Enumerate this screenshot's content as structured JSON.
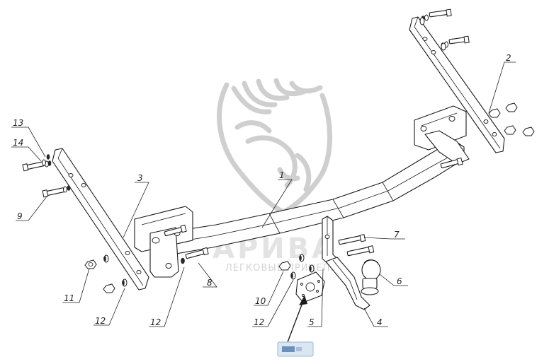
{
  "diagram": {
    "watermark": {
      "brand_text": "АРИВА",
      "sub_text": "ЛЕГКОВЫЕ ПРИЦЕПЫ"
    },
    "callouts": [
      {
        "id": "c13",
        "label": "13"
      },
      {
        "id": "c14",
        "label": "14"
      },
      {
        "id": "c9",
        "label": "9"
      },
      {
        "id": "c3",
        "label": "3"
      },
      {
        "id": "c11",
        "label": "11"
      },
      {
        "id": "c12a",
        "label": "12"
      },
      {
        "id": "c12b",
        "label": "12"
      },
      {
        "id": "c8",
        "label": "8"
      },
      {
        "id": "c1",
        "label": "1"
      },
      {
        "id": "c10",
        "label": "10"
      },
      {
        "id": "c12c",
        "label": "12"
      },
      {
        "id": "c5",
        "label": "5"
      },
      {
        "id": "c7",
        "label": "7"
      },
      {
        "id": "c6",
        "label": "6"
      },
      {
        "id": "c4",
        "label": "4"
      },
      {
        "id": "c2",
        "label": "2"
      }
    ]
  }
}
